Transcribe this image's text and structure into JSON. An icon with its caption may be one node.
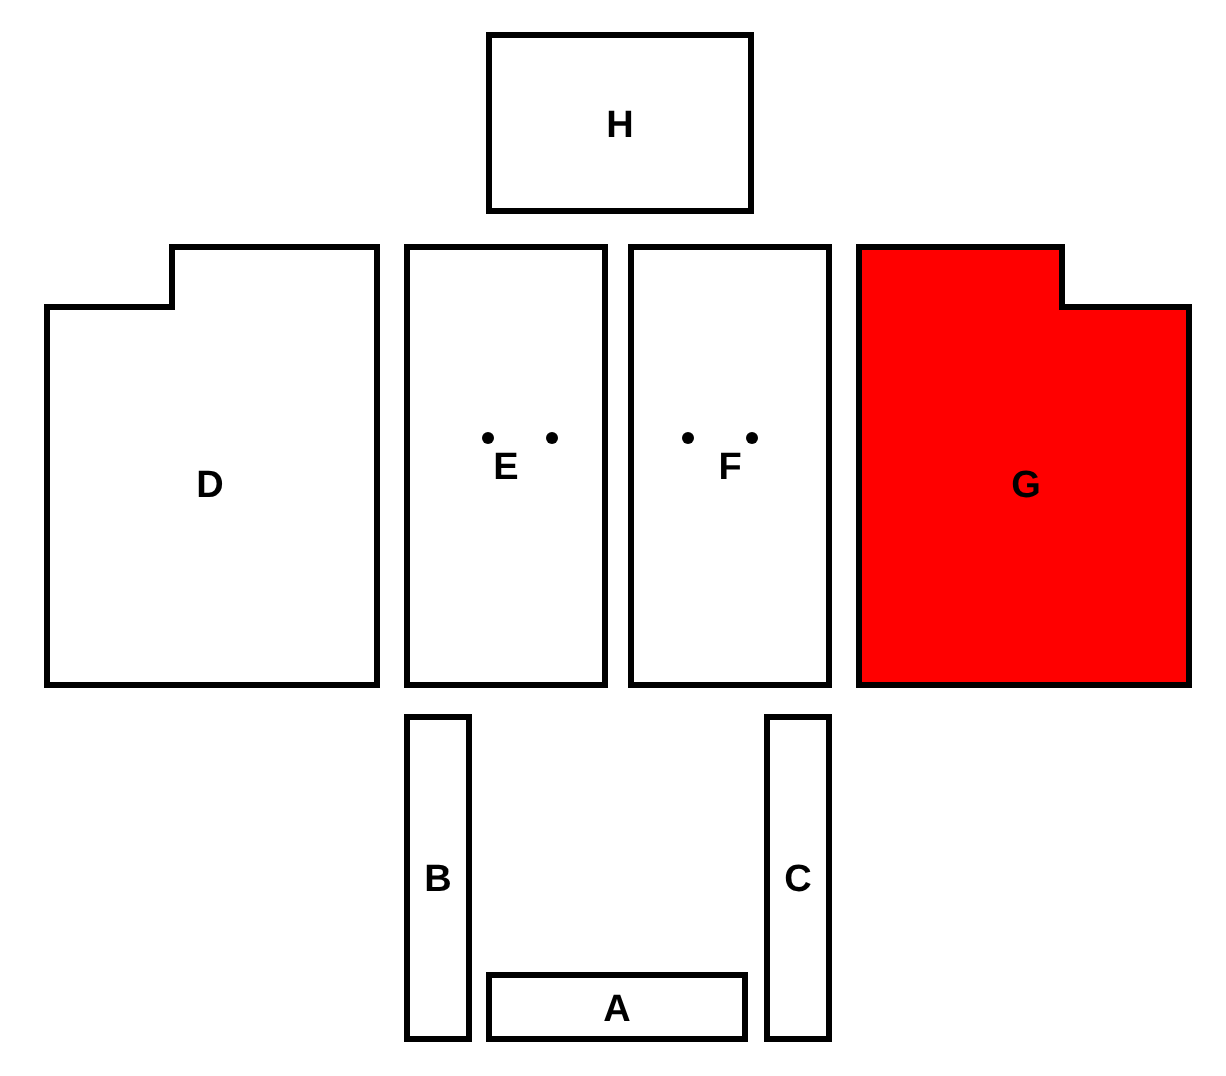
{
  "diagram": {
    "nodes": [
      {
        "text": [
          "H"
        ]
      },
      {
        "text": [
          "D"
        ]
      },
      {
        "text": [
          "E"
        ]
      },
      {
        "text": [
          "F"
        ]
      },
      {
        "text": [
          "G"
        ]
      },
      {
        "text": [
          "B"
        ]
      },
      {
        "text": [
          "C"
        ]
      },
      {
        "text": [
          "A"
        ]
      }
    ]
  }
}
